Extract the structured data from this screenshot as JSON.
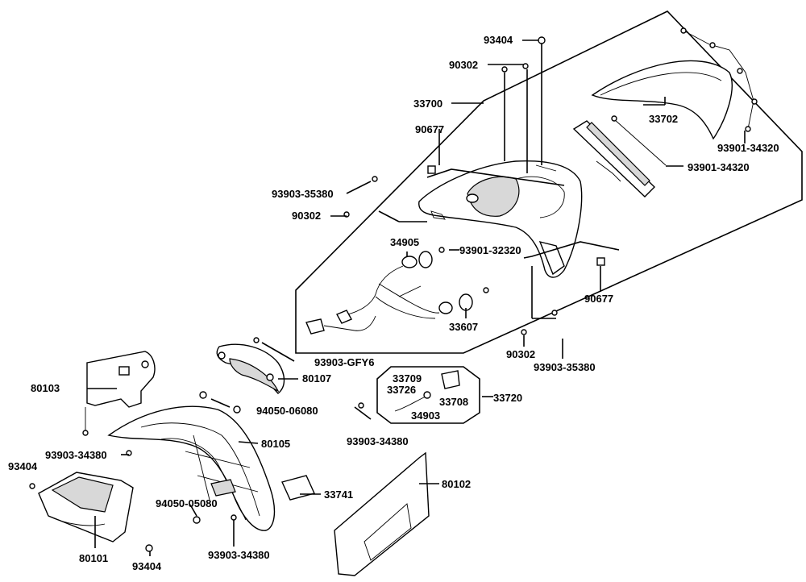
{
  "diagram": {
    "type": "exploded-parts-diagram",
    "callouts": [
      {
        "key": "c93404_top",
        "text": "93404"
      },
      {
        "key": "c90302_top",
        "text": "90302"
      },
      {
        "key": "c33700",
        "text": "33700"
      },
      {
        "key": "c33702",
        "text": "33702"
      },
      {
        "key": "c90677_top",
        "text": "90677"
      },
      {
        "key": "c93901_34320_a",
        "text": "93901-34320"
      },
      {
        "key": "c93901_34320_b",
        "text": "93901-34320"
      },
      {
        "key": "c93903_35380_a",
        "text": "93903-35380"
      },
      {
        "key": "c90302_mid",
        "text": "90302"
      },
      {
        "key": "c34905",
        "text": "34905"
      },
      {
        "key": "c93901_32320",
        "text": "93901-32320"
      },
      {
        "key": "c90677_bot",
        "text": "90677"
      },
      {
        "key": "c33607",
        "text": "33607"
      },
      {
        "key": "c90302_bot",
        "text": "90302"
      },
      {
        "key": "c93903_35380_b",
        "text": "93903-35380"
      },
      {
        "key": "c93903_GFY6",
        "text": "93903-GFY6"
      },
      {
        "key": "c80103",
        "text": "80103"
      },
      {
        "key": "c80107",
        "text": "80107"
      },
      {
        "key": "c33709",
        "text": "33709"
      },
      {
        "key": "c33726",
        "text": "33726"
      },
      {
        "key": "c33708",
        "text": "33708"
      },
      {
        "key": "c33720",
        "text": "33720"
      },
      {
        "key": "c34903",
        "text": "34903"
      },
      {
        "key": "c94050_06080",
        "text": "94050-06080"
      },
      {
        "key": "c93903_34380_a",
        "text": "93903-34380"
      },
      {
        "key": "c80105",
        "text": "80105"
      },
      {
        "key": "c93903_34380_b",
        "text": "93903-34380"
      },
      {
        "key": "c93404_left",
        "text": "93404"
      },
      {
        "key": "c80102",
        "text": "80102"
      },
      {
        "key": "c33741",
        "text": "33741"
      },
      {
        "key": "c94050_05080",
        "text": "94050-05080"
      },
      {
        "key": "c93903_34380_c",
        "text": "93903-34380"
      },
      {
        "key": "c80101",
        "text": "80101"
      },
      {
        "key": "c93404_bot",
        "text": "93404"
      }
    ]
  }
}
